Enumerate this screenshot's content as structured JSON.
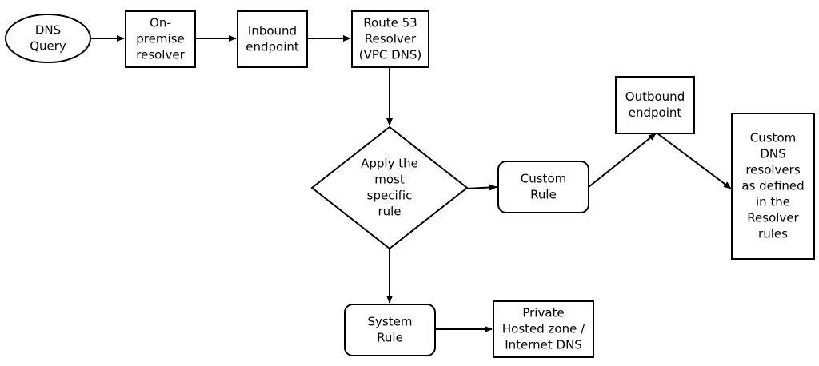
{
  "nodes": {
    "dns_query": [
      "DNS",
      "Query"
    ],
    "on_premise_resolver": [
      "On-",
      "premise",
      "resolver"
    ],
    "inbound_endpoint": [
      "Inbound",
      "endpoint"
    ],
    "route53_resolver": [
      "Route 53",
      "Resolver",
      "(VPC DNS)"
    ],
    "apply_rule": [
      "Apply the",
      "most",
      "specific",
      "rule"
    ],
    "custom_rule": [
      "Custom",
      "Rule"
    ],
    "outbound_endpoint": [
      "Outbound",
      "endpoint"
    ],
    "custom_dns_resolvers": [
      "Custom",
      "DNS",
      "resolvers",
      "as defined",
      "in the",
      "Resolver",
      "rules"
    ],
    "system_rule": [
      "System",
      "Rule"
    ],
    "private_hosted_zone": [
      "Private",
      "Hosted zone /",
      "Internet DNS"
    ]
  },
  "edges": [
    {
      "from": "dns_query",
      "to": "on_premise_resolver"
    },
    {
      "from": "on_premise_resolver",
      "to": "inbound_endpoint"
    },
    {
      "from": "inbound_endpoint",
      "to": "route53_resolver"
    },
    {
      "from": "route53_resolver",
      "to": "apply_rule"
    },
    {
      "from": "apply_rule",
      "to": "custom_rule"
    },
    {
      "from": "custom_rule",
      "to": "outbound_endpoint"
    },
    {
      "from": "outbound_endpoint",
      "to": "custom_dns_resolvers"
    },
    {
      "from": "apply_rule",
      "to": "system_rule"
    },
    {
      "from": "system_rule",
      "to": "private_hosted_zone"
    }
  ],
  "colors": {
    "stroke": "#000000",
    "fill": "#ffffff",
    "text": "#000000"
  }
}
